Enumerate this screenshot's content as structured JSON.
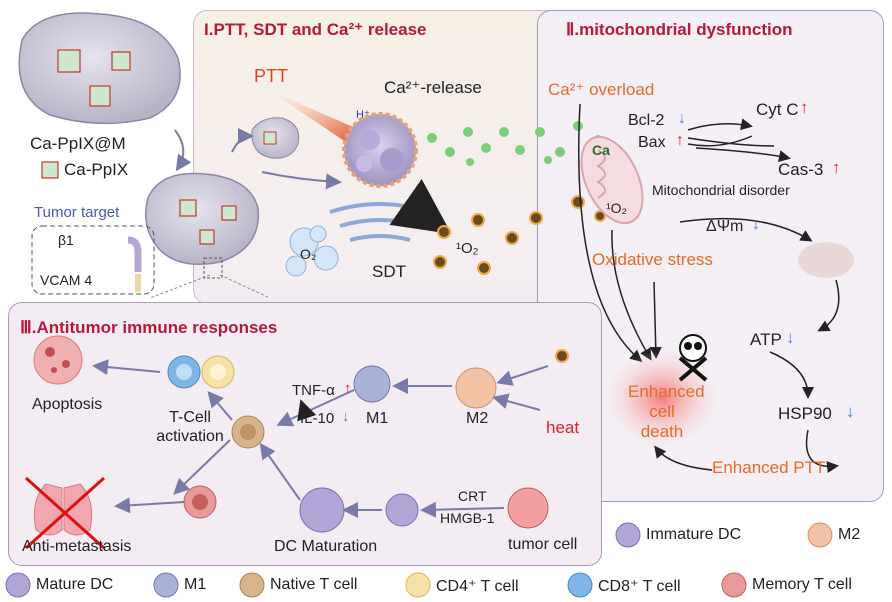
{
  "panel1": {
    "title": "I.PTT, SDT and Ca²⁺ release",
    "ptt": "PTT",
    "ca_release": "Ca²⁺-release",
    "sdt": "SDT",
    "o2": "O₂",
    "singlet_o2": "¹O₂",
    "h_label": "H⁺"
  },
  "left": {
    "np_label": "Ca-PpIX@M",
    "core_label": "Ca-PpIX",
    "tumor_target": "Tumor target",
    "beta1": "β1",
    "vcam": "VCAM 4"
  },
  "panel2": {
    "title": "Ⅱ.mitochondrial dysfunction",
    "ca_overload": "Ca²⁺ overload",
    "bcl2": "Bcl-2",
    "bax": "Bax",
    "cytc": "Cyt C",
    "cas3": "Cas-3",
    "ca_in_mito": "Ca",
    "o2_in_mito": "¹O₂",
    "mito_disorder": "Mitochondrial disorder",
    "delta_psi": "ΔΨm",
    "oxidative_stress": "Oxidative stress",
    "atp": "ATP",
    "hsp90": "HSP90",
    "enhanced_ptt": "Enhanced PTT",
    "cell_death": "Enhanced cell death"
  },
  "panel3": {
    "title": "Ⅲ.Antitumor immune responses",
    "apoptosis": "Apoptosis",
    "tcell_activation": "T-Cell activation",
    "tnf": "TNF-α",
    "il10": "IL-10",
    "m1": "M1",
    "m2": "M2",
    "heat": "heat",
    "anti_metastasis": "Anti-metastasis",
    "dc_maturation": "DC Maturation",
    "crt": "CRT",
    "hmgb1": "HMGB-1",
    "tumor_cell": "tumor cell"
  },
  "legend": {
    "immature_dc": "Immature DC",
    "m2": "M2",
    "mature_dc": "Mature DC",
    "m1": "M1",
    "native_t": "Native T cell",
    "cd4": "CD4⁺ T cell",
    "cd8": "CD8⁺ T cell",
    "memory_t": "Memory T cell"
  },
  "colors": {
    "title_red": "#b31a3c",
    "orange": "#e86a2a",
    "up_arrow": "#e0202a",
    "down_arrow": "#4a7fd0",
    "panel_border": "#a99ab8"
  }
}
